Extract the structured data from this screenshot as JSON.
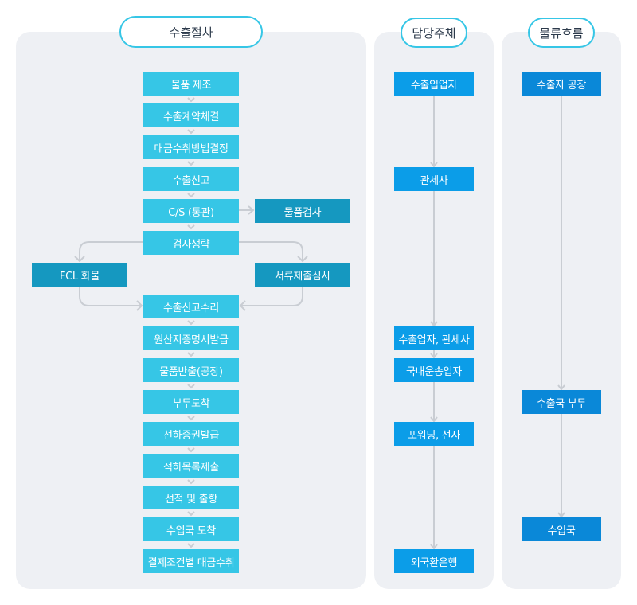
{
  "headers": {
    "procedure": "수출절차",
    "responsible": "담당주체",
    "logistics": "물류흐름"
  },
  "procedure_steps": [
    "물품 제조",
    "수출계약체결",
    "대금수취방법결정",
    "수출신고",
    "C/S (통관)",
    "검사생략",
    "수출신고수리",
    "원산지증명서발급",
    "물품반출(공장)",
    "부두도착",
    "선하증권발급",
    "적하목록제출",
    "선적 및 출항",
    "수입국 도착",
    "결제조건별 대금수취"
  ],
  "side_boxes": {
    "inspection": "물품검사",
    "fcl": "FCL 화물",
    "document_review": "서류제출심사"
  },
  "responsible_entities": [
    "수출입업자",
    "관세사",
    "수출업자, 관세사",
    "국내운송업자",
    "포워딩, 선사",
    "외국환은행"
  ],
  "logistics_flow": [
    "수출자 공장",
    "수출국 부두",
    "수입국"
  ],
  "colors": {
    "panel_bg": "#eef0f4",
    "pill_border": "#36c6e6",
    "main_step": "#36c6e6",
    "side_step": "#1598c0",
    "responsible": "#0b9de8",
    "logistics": "#0a88d8",
    "connector": "#c9cdd3"
  }
}
